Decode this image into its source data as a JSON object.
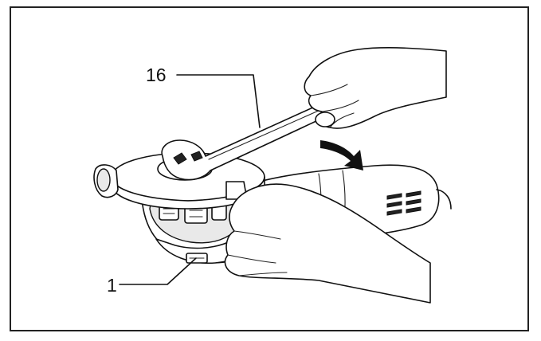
{
  "figure": {
    "callouts": [
      {
        "id": "wrench",
        "label": "16"
      },
      {
        "id": "shaft-lock",
        "label": "1"
      }
    ]
  }
}
